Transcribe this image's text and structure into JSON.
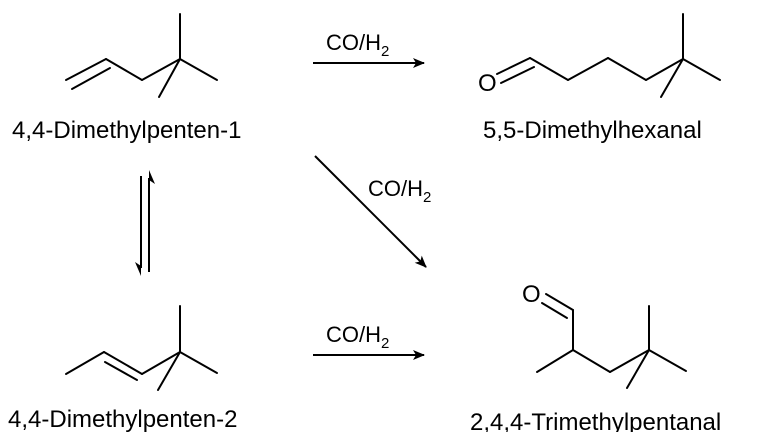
{
  "compounds": {
    "dimethylpentene1": {
      "name": "4,4-Dimethylpenten-1"
    },
    "dimethylhexanal": {
      "name": "5,5-Dimethylhexanal",
      "heteroatom": "O"
    },
    "dimethylpentene2": {
      "name": "4,4-Dimethylpenten-2"
    },
    "trimethylpentanal": {
      "name": "2,4,4-Trimethylpentanal",
      "heteroatom": "O"
    }
  },
  "reactions": {
    "top": {
      "reagent_main": "CO/H",
      "reagent_sub": "2"
    },
    "diagonal": {
      "reagent_main": "CO/H",
      "reagent_sub": "2"
    },
    "bottom": {
      "reagent_main": "CO/H",
      "reagent_sub": "2"
    }
  }
}
